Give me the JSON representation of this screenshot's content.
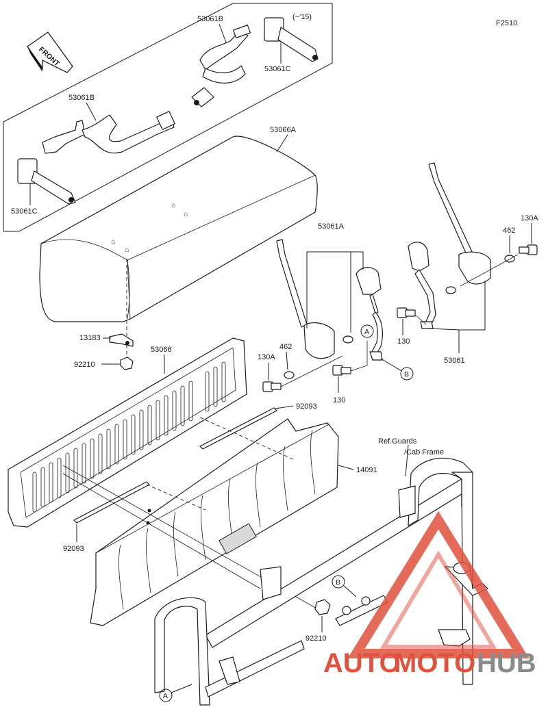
{
  "figure_code": "F2510",
  "front_label": "FRONT",
  "callouts": {
    "belt_b_top": "53061B",
    "date_note": "(~'15)",
    "belt_c_top": "53061C",
    "belt_b_left": "53061B",
    "belt_c_left": "53061C",
    "seat_cushion": "53066A",
    "belt_a": "53061A",
    "bolt_130a_right": "130A",
    "washer_462_right": "462",
    "clip_13183": "13183",
    "nut_92210_upper": "92210",
    "seat_back": "53066",
    "washer_462_mid": "462",
    "bolt_130a_mid": "130A",
    "bolt_130_right": "130",
    "bolt_130_mid": "130",
    "belt_53061": "53061",
    "strip_92093_upper": "92093",
    "ref_guards": "Ref.Guards",
    "cab_frame": "/Cab Frame",
    "panel_14091": "14091",
    "strip_92093_lower": "92093",
    "nut_92210_lower": "92210",
    "ref_a_1": "A",
    "ref_b_1": "B",
    "ref_b_2": "B",
    "ref_a_2": "A"
  },
  "watermark": {
    "part1": "AUTO",
    "part2": "MOTO",
    "part3": "HUB",
    "red": "#e0523e",
    "gray": "#8a8a8a"
  }
}
